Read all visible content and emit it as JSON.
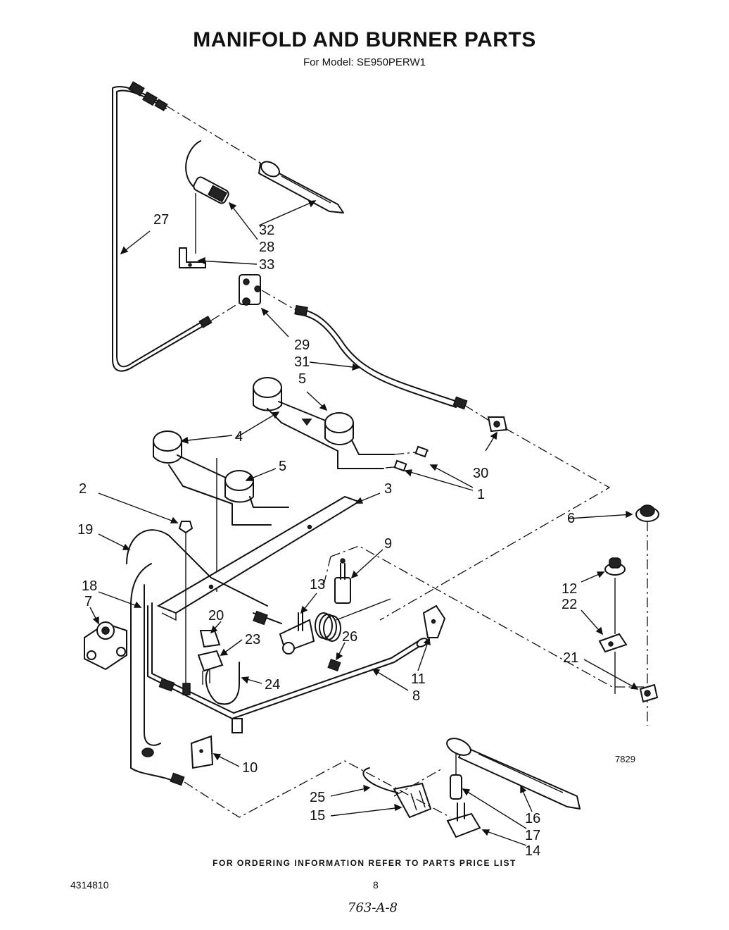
{
  "header": {
    "title": "MANIFOLD AND BURNER PARTS",
    "subtitle": "For Model: SE950PERW1"
  },
  "callouts": {
    "c1": "1",
    "c2": "2",
    "c3": "3",
    "c4": "4",
    "c5a": "5",
    "c5b": "5",
    "c6": "6",
    "c7": "7",
    "c8": "8",
    "c9": "9",
    "c10": "10",
    "c11": "11",
    "c12": "12",
    "c13": "13",
    "c14": "14",
    "c15": "15",
    "c16": "16",
    "c17": "17",
    "c18": "18",
    "c19": "19",
    "c20": "20",
    "c21": "21",
    "c22": "22",
    "c23": "23",
    "c24": "24",
    "c25": "25",
    "c26": "26",
    "c27": "27",
    "c28": "28",
    "c29": "29",
    "c30": "30",
    "c31": "31",
    "c32": "32",
    "c33": "33"
  },
  "figure_code": "7829",
  "footer": {
    "ordering_note": "FOR ORDERING INFORMATION REFER TO PARTS PRICE LIST",
    "doc_number": "4314810",
    "page_number": "8",
    "handwritten_note": "763-A-8"
  }
}
